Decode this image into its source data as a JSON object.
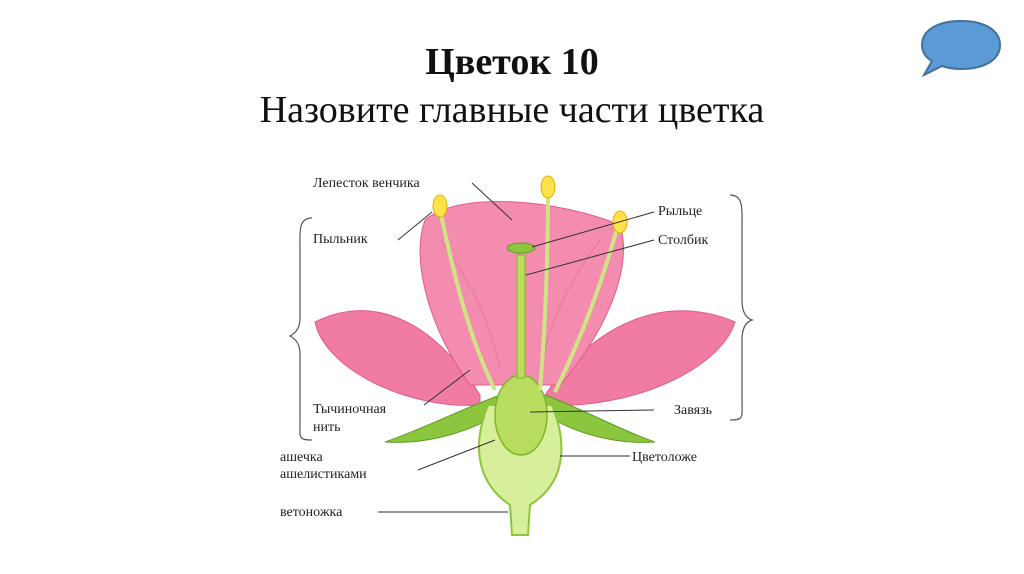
{
  "slide": {
    "title": "Цветок 10",
    "subtitle": "Назовите главные части цветка"
  },
  "labels": {
    "petal": "Лепесток венчика",
    "anther": "Пыльник",
    "stigma": "Рыльце",
    "style": "Столбик",
    "filament_line1": "Тычиночная",
    "filament_line2": "нить",
    "ovary": "Завязь",
    "sepals_line1": "ашечка",
    "sepals_line2": "ашелистиками",
    "receptacle": "Цветоложе",
    "pedicel": "ветоножка"
  },
  "colors": {
    "petal": "#f07ca3",
    "petal_dark": "#e45a8a",
    "green": "#8cc63f",
    "light_green": "#d7ee9a",
    "anther": "#ffe24a",
    "bubble": "#5b9bd5"
  },
  "icons": {
    "speech_bubble": "speech-bubble-icon"
  }
}
